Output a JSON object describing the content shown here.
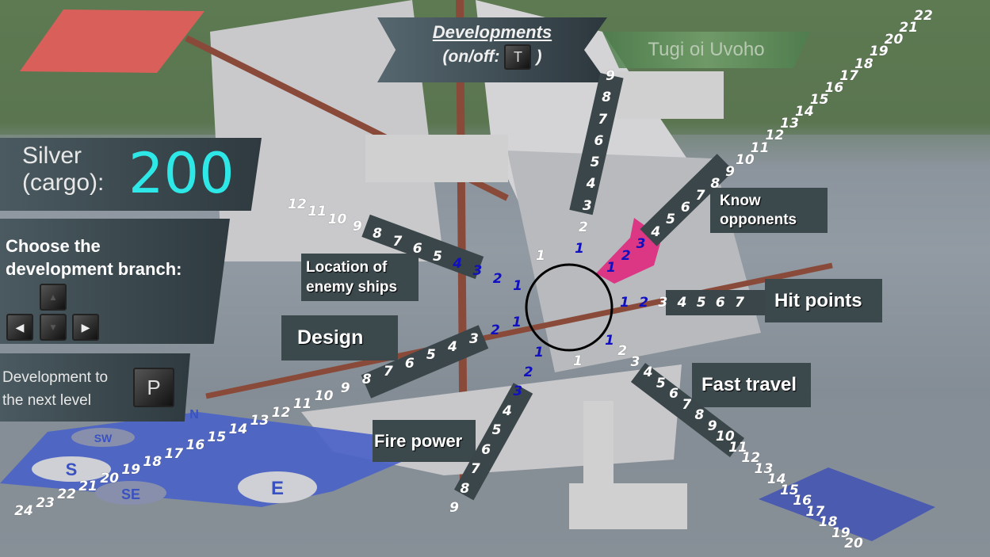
{
  "header": {
    "title": "Developments",
    "toggle_label": "(on/off:",
    "toggle_key": "T",
    "toggle_close": ")"
  },
  "island_name": "Tugi oi Uvoho",
  "silver": {
    "label_line1": "Silver",
    "label_line2": "(cargo):",
    "value": "200"
  },
  "branch_help": {
    "title_line1": "Choose the",
    "title_line2": "development branch:",
    "keys": [
      "▲",
      "◀",
      "▼",
      "▶"
    ]
  },
  "level_up": {
    "line1": "Development to",
    "line2": "the next level",
    "key": "P"
  },
  "branches": [
    {
      "id": "up",
      "label": "",
      "max_level": 9,
      "acquired": 1,
      "selected": false
    },
    {
      "id": "know",
      "label": "Know opponents",
      "label1": "Know",
      "label2": "opponents",
      "max_level": 22,
      "acquired": 3,
      "selected": true
    },
    {
      "id": "hit",
      "label": "Hit points",
      "max_level": 7,
      "acquired": 2,
      "selected": false
    },
    {
      "id": "fast",
      "label": "Fast travel",
      "max_level": 20,
      "acquired": 1,
      "selected": false
    },
    {
      "id": "down",
      "label": "",
      "max_level": 1,
      "acquired": 0,
      "selected": false
    },
    {
      "id": "fire",
      "label": "Fire power",
      "max_level": 9,
      "acquired": 3,
      "selected": false
    },
    {
      "id": "design",
      "label": "Design",
      "max_level": 24,
      "acquired": 2,
      "selected": false
    },
    {
      "id": "location",
      "label": "Location of enemy ships",
      "label1": "Location of",
      "label2": "enemy ships",
      "max_level": 12,
      "acquired": 4,
      "selected": false
    },
    {
      "id": "upleft",
      "label": "",
      "max_level": 1,
      "acquired": 0,
      "selected": false
    }
  ],
  "compass": [
    "N",
    "SW",
    "S",
    "SE",
    "E"
  ],
  "colors": {
    "acquired": "#1010c0",
    "available": "#ffffff",
    "selected": "#e0207a",
    "silver": "#2ee8e8"
  }
}
